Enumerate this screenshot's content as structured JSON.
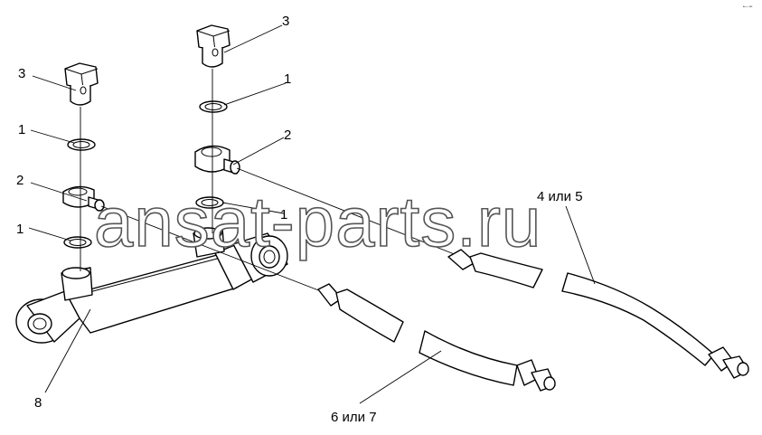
{
  "watermark": "ansat-parts.ru",
  "corner_mark": "•─ ═",
  "callouts": [
    {
      "id": "c3a",
      "label": "3"
    },
    {
      "id": "c3b",
      "label": "3"
    },
    {
      "id": "c1a",
      "label": "1"
    },
    {
      "id": "c1b",
      "label": "1"
    },
    {
      "id": "c1c",
      "label": "1"
    },
    {
      "id": "c1d",
      "label": "1"
    },
    {
      "id": "c2a",
      "label": "2"
    },
    {
      "id": "c2b",
      "label": "2"
    },
    {
      "id": "c45",
      "label": "4 или 5"
    },
    {
      "id": "c67",
      "label": "6 или 7"
    },
    {
      "id": "c8",
      "label": "8"
    }
  ]
}
